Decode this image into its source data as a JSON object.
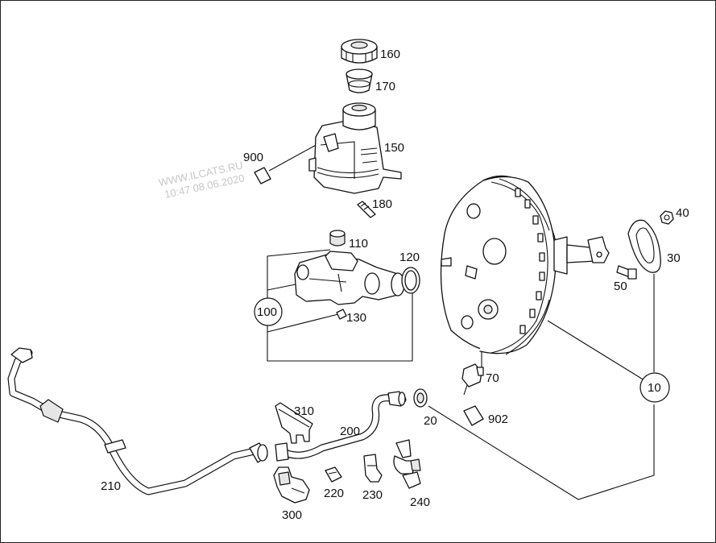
{
  "watermark": {
    "line1": "WWW.ILCATS.RU",
    "line2": "10:47 08.06.2020"
  },
  "labels": {
    "p10": "10",
    "p20": "20",
    "p30": "30",
    "p40": "40",
    "p50": "50",
    "p70": "70",
    "p100": "100",
    "p110": "110",
    "p120": "120",
    "p130": "130",
    "p150": "150",
    "p160": "160",
    "p170": "170",
    "p180": "180",
    "p200": "200",
    "p210": "210",
    "p220": "220",
    "p230": "230",
    "p240": "240",
    "p300": "300",
    "p310": "310",
    "p900": "900",
    "p902": "902"
  }
}
